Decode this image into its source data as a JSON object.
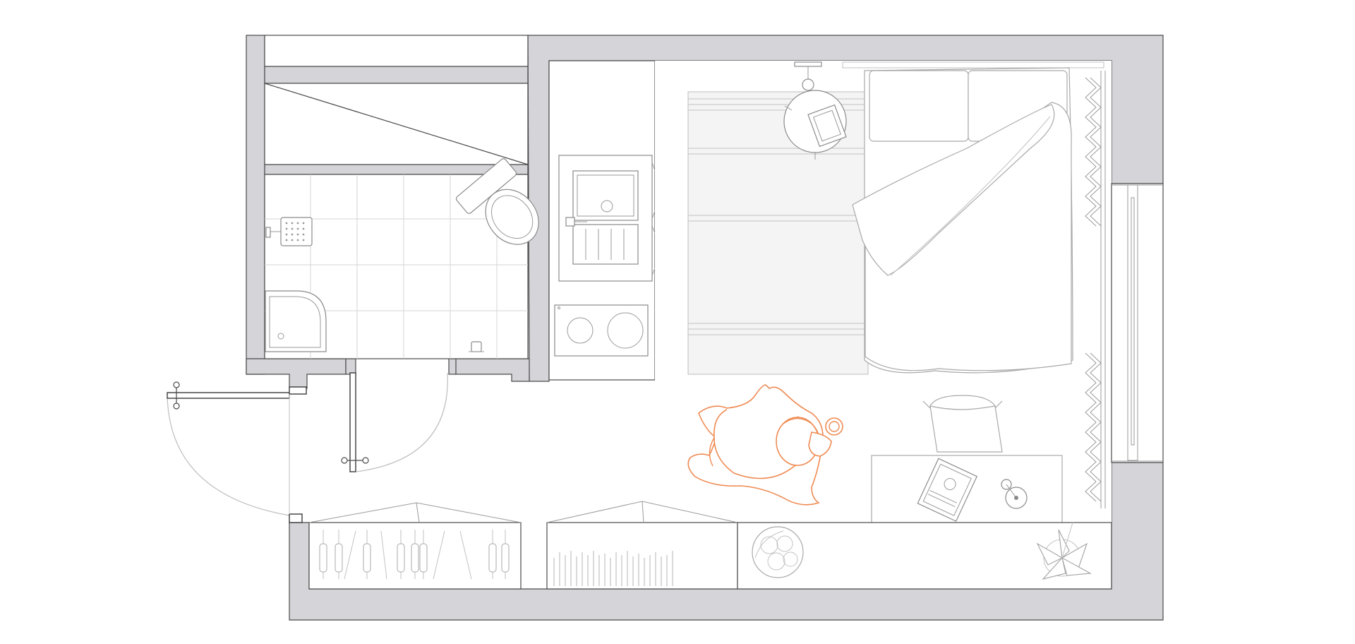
{
  "plan": {
    "type": "studio-apartment-floor-plan",
    "colors": {
      "wall_fill": "#d4d4d9",
      "line": "#4a4a4a",
      "furniture_line": "#a9a9a9",
      "person_accent": "#ef8a52",
      "background": "#ffffff"
    },
    "rooms": [
      "bathroom",
      "storage",
      "kitchenette",
      "living-sleeping-area"
    ],
    "fixtures": [
      "toilet",
      "shower-tray",
      "shower-head",
      "kitchen-sink",
      "two-burner-hob",
      "bed",
      "rug",
      "dining-chair",
      "desk",
      "desk-chair",
      "radiator",
      "window",
      "wardrobe",
      "bookshelf",
      "fruit-bowl",
      "house-plant",
      "entry-door",
      "bathroom-door",
      "seated-person"
    ],
    "icons": {
      "person": "person-icon",
      "plant": "plant-icon",
      "fruit": "fruit-bowl-icon"
    }
  }
}
